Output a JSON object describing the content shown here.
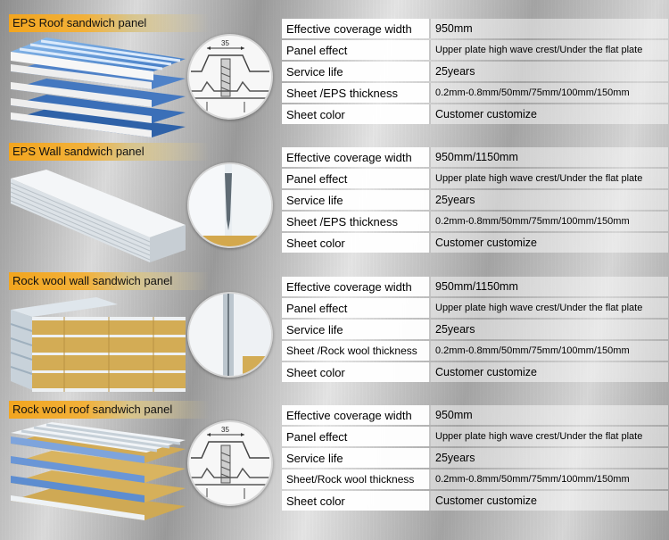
{
  "sections": [
    {
      "title": "EPS Roof sandwich panel",
      "specs": [
        {
          "label": "Effective coverage width",
          "value": "950mm"
        },
        {
          "label": "Panel effect",
          "value": "Upper plate high wave crest/Under the flat plate"
        },
        {
          "label": "Service life",
          "value": "25years"
        },
        {
          "label": "Sheet /EPS thickness",
          "value": "0.2mm-0.8mm/50mm/75mm/100mm/150mm"
        },
        {
          "label": "Sheet color",
          "value": "Customer customize"
        }
      ]
    },
    {
      "title": "EPS Wall sandwich panel",
      "specs": [
        {
          "label": "Effective coverage width",
          "value": "950mm/1150mm"
        },
        {
          "label": "Panel effect",
          "value": "Upper plate high wave crest/Under the flat plate"
        },
        {
          "label": "Service life",
          "value": "25years"
        },
        {
          "label": "Sheet /EPS thickness",
          "value": "0.2mm-0.8mm/50mm/75mm/100mm/150mm"
        },
        {
          "label": "Sheet color",
          "value": "Customer customize"
        }
      ]
    },
    {
      "title": "Rock wool wall sandwich panel",
      "specs": [
        {
          "label": "Effective coverage width",
          "value": "950mm/1150mm"
        },
        {
          "label": "Panel effect",
          "value": "Upper plate high wave crest/Under the flat plate"
        },
        {
          "label": "Service life",
          "value": "25years"
        },
        {
          "label": "Sheet /Rock wool thickness",
          "value": "0.2mm-0.8mm/50mm/75mm/100mm/150mm"
        },
        {
          "label": "Sheet color",
          "value": "Customer customize"
        }
      ]
    },
    {
      "title": "Rock wool roof sandwich panel",
      "specs": [
        {
          "label": "Effective coverage width",
          "value": "950mm"
        },
        {
          "label": "Panel effect",
          "value": "Upper plate high wave crest/Under the flat plate"
        },
        {
          "label": "Service life",
          "value": "25years"
        },
        {
          "label": "Sheet/Rock wool thickness",
          "value": "0.2mm-0.8mm/50mm/75mm/100mm/150mm"
        },
        {
          "label": "Sheet color",
          "value": "Customer customize"
        }
      ]
    }
  ],
  "diagram_dimension": "35",
  "colors": {
    "title_band": "#f2a51f",
    "roof_sheet_blue": "#4a87cf",
    "eps_core": "#eef0f2",
    "rock_wool": "#d9b25a",
    "wall_sheet": "#dfe5ea"
  },
  "illustrations": {
    "roof_panel": "blue corrugated roof panel stack",
    "wall_panel": "white wall panel stack",
    "rockwool_wall_panel": "rock wool wall panel stack",
    "rockwool_roof_panel": "rock wool roof panel stack",
    "roof_detail": "corrugation-profile-detail-icon",
    "joint_detail": "tongue-groove-joint-icon"
  }
}
